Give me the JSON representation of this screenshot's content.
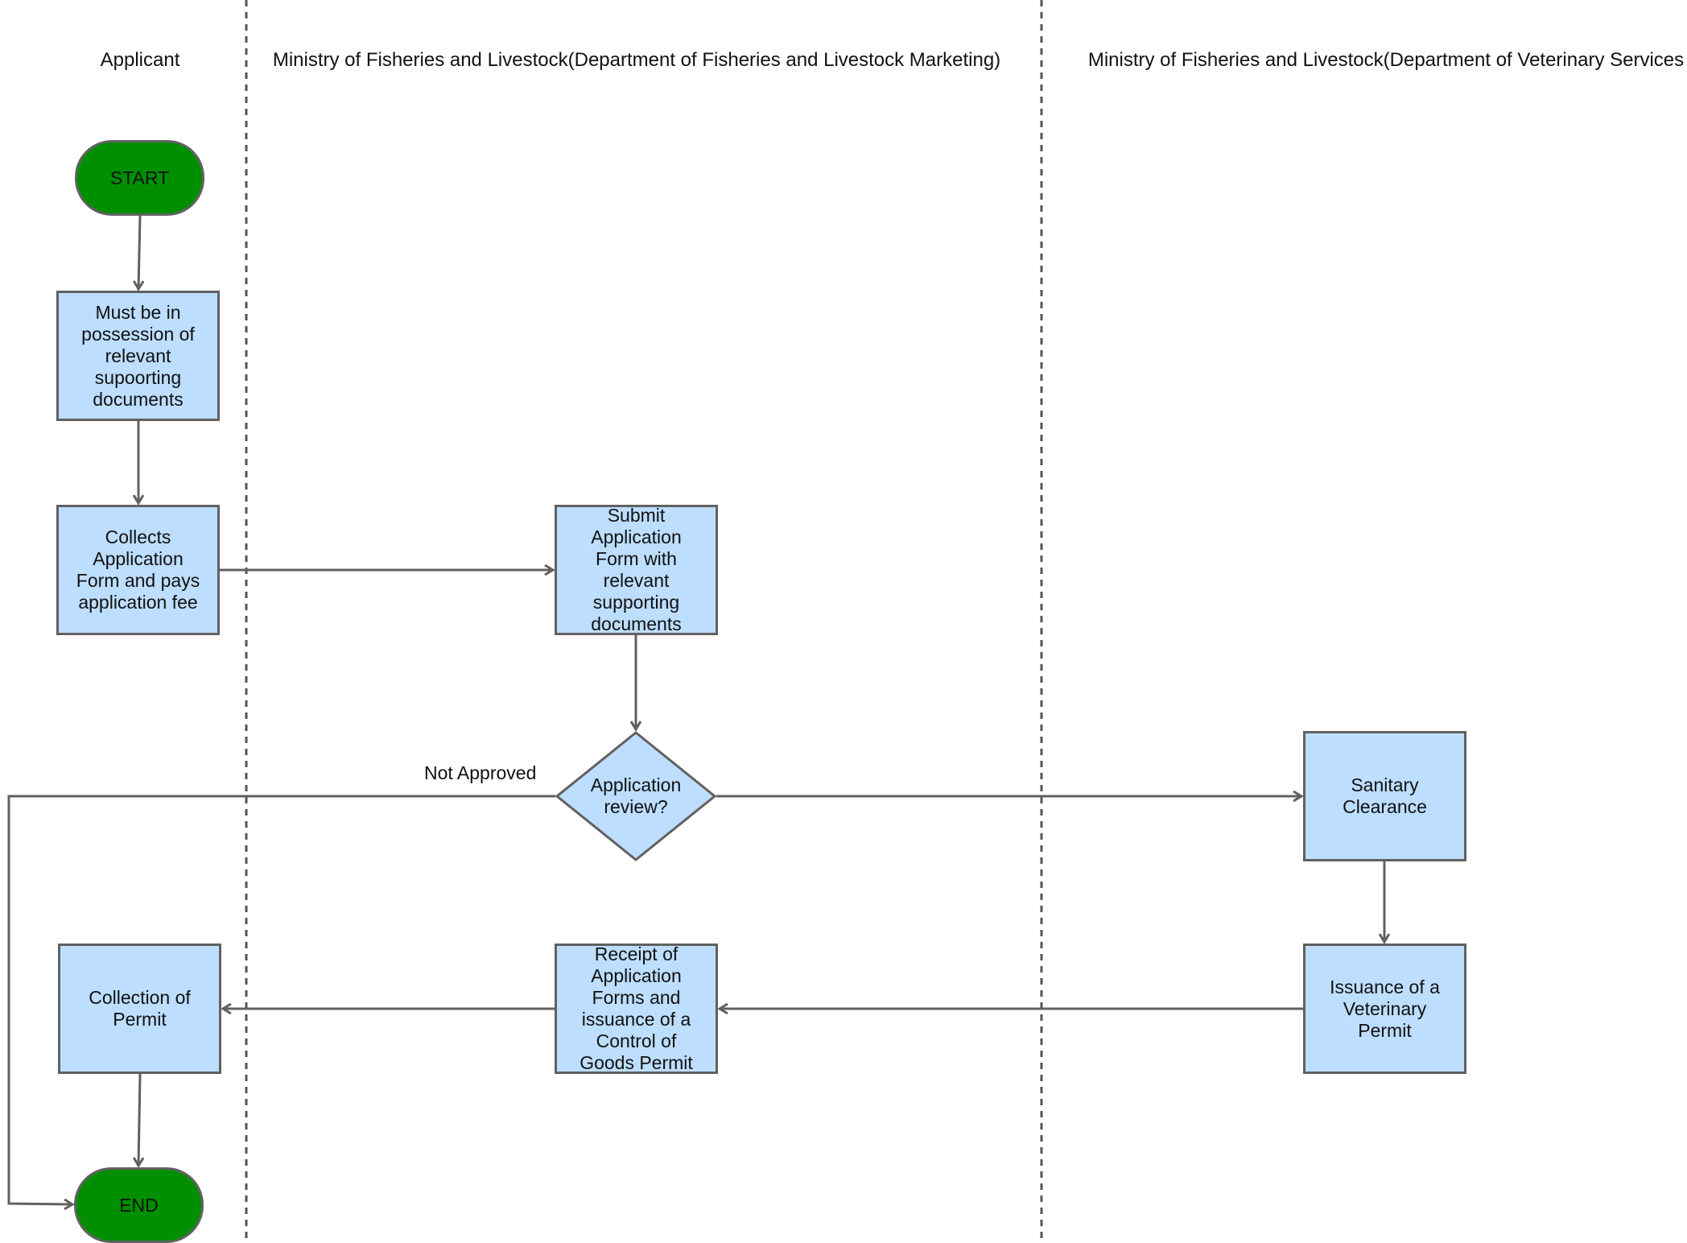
{
  "lanes": {
    "applicant": "Applicant",
    "marketing": "Ministry of Fisheries and Livestock(Department of Fisheries and Livestock Marketing)",
    "veterinary": "Ministry of Fisheries and Livestock(Department of Veterinary Services"
  },
  "nodes": {
    "start": "START",
    "documents": "Must be in\npossession of\nrelevant\nsupoorting\ndocuments",
    "collect_form": "Collects\nApplication\nForm and pays\napplication fee",
    "submit_form": "Submit\nApplication\nForm  with\nrelevant\nsupporting\ndocuments",
    "review": "Application\nreview?",
    "sanitary": "Sanitary\nClearance",
    "vet_permit": "Issuance of a\nVeterinary\nPermit",
    "receipt": "Receipt of\nApplication\nForms and\nissuance of a\nControl of\nGoods Permit",
    "collection": "Collection of\nPermit",
    "end": "END"
  },
  "labels": {
    "not_approved": "Not Approved"
  },
  "colors": {
    "process_fill": "#bddefe",
    "terminal_fill": "#008f00",
    "stroke": "#616161",
    "lane_divider": "#555555"
  }
}
